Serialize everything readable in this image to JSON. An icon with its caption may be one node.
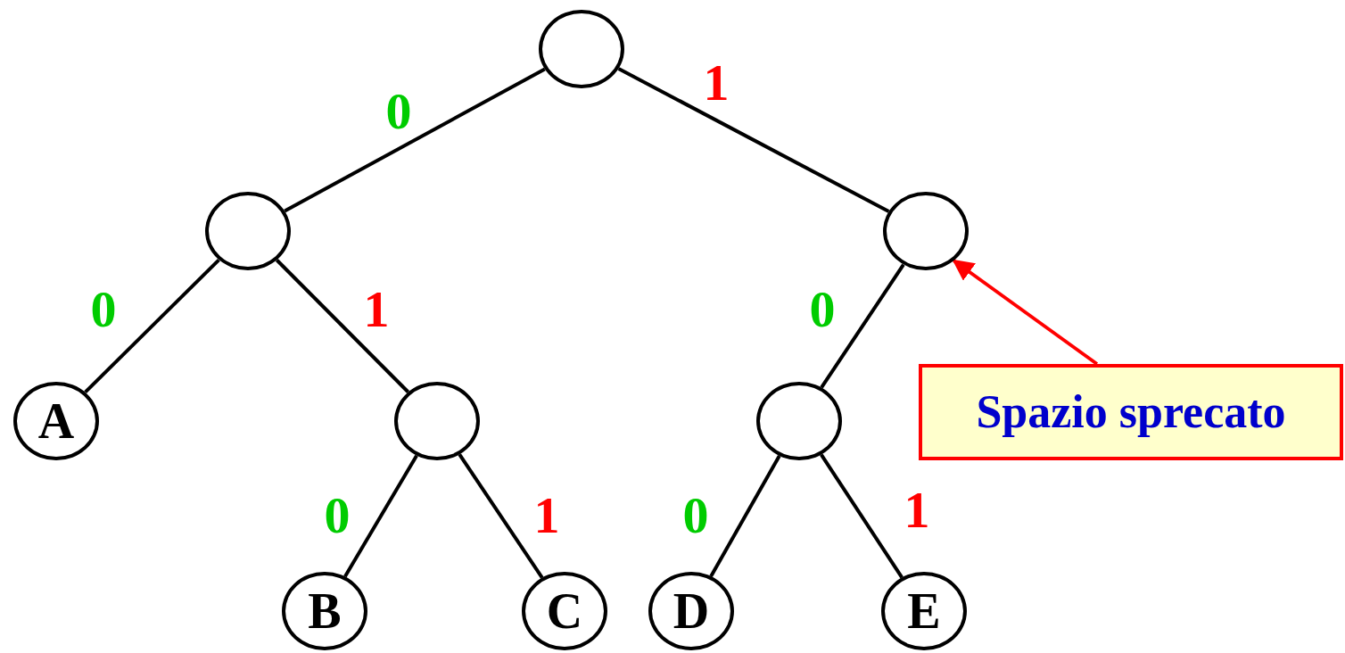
{
  "diagram": {
    "nodes": [
      {
        "text": [],
        "shape": "circle"
      },
      {
        "text": [],
        "shape": "circle"
      },
      {
        "text": [],
        "shape": "circle"
      },
      {
        "text": [
          "A"
        ]
      },
      {
        "text": [],
        "shape": "circle"
      },
      {
        "text": [],
        "shape": "circle"
      },
      {
        "text": [
          "B"
        ]
      },
      {
        "text": [
          "C"
        ]
      },
      {
        "text": [
          "D"
        ]
      },
      {
        "text": [
          "E"
        ]
      },
      {
        "text": [
          "Spazio sprecato"
        ]
      }
    ],
    "edges": [
      {
        "from": 0,
        "to": 1,
        "arrow": "none",
        "label": "0"
      },
      {
        "from": 0,
        "to": 2,
        "arrow": "none",
        "label": "1"
      },
      {
        "from": 1,
        "to": 3,
        "arrow": "none",
        "label": "0"
      },
      {
        "from": 1,
        "to": 4,
        "arrow": "none",
        "label": "1"
      },
      {
        "from": 4,
        "to": 6,
        "arrow": "none",
        "label": "0"
      },
      {
        "from": 4,
        "to": 7,
        "arrow": "none",
        "label": "1"
      },
      {
        "from": 2,
        "to": 5,
        "arrow": "none",
        "label": "0"
      },
      {
        "from": 5,
        "to": 8,
        "arrow": "none",
        "label": "0"
      },
      {
        "from": 5,
        "to": 9,
        "arrow": "none",
        "label": "1"
      },
      {
        "from": 10,
        "to": 2,
        "arrow": "to",
        "color": "#ff0000"
      }
    ]
  }
}
